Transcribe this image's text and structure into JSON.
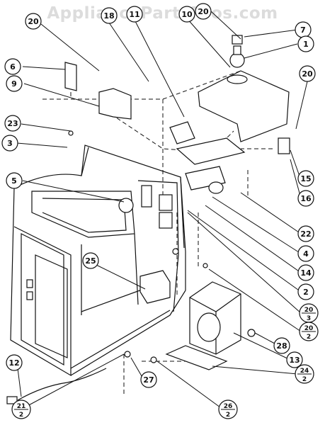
{
  "watermark": "AppliancePartsPros.com",
  "callouts": [
    {
      "id": "c20a",
      "label": "20"
    },
    {
      "id": "c18",
      "label": "18"
    },
    {
      "id": "c11",
      "label": "11"
    },
    {
      "id": "c10",
      "label": "10"
    },
    {
      "id": "c20b",
      "label": "20"
    },
    {
      "id": "c7",
      "label": "7"
    },
    {
      "id": "c1",
      "label": "1"
    },
    {
      "id": "c6",
      "label": "6"
    },
    {
      "id": "c9",
      "label": "9"
    },
    {
      "id": "c20c",
      "label": "20"
    },
    {
      "id": "c23",
      "label": "23"
    },
    {
      "id": "c3",
      "label": "3"
    },
    {
      "id": "c5",
      "label": "5"
    },
    {
      "id": "c15",
      "label": "15"
    },
    {
      "id": "c16",
      "label": "16"
    },
    {
      "id": "c22",
      "label": "22"
    },
    {
      "id": "c4",
      "label": "4"
    },
    {
      "id": "c14",
      "label": "14"
    },
    {
      "id": "c25",
      "label": "25"
    },
    {
      "id": "c2",
      "label": "2"
    },
    {
      "id": "c28",
      "label": "28"
    },
    {
      "id": "c13",
      "label": "13"
    },
    {
      "id": "c12",
      "label": "12"
    },
    {
      "id": "c27",
      "label": "27"
    }
  ],
  "fraction_callouts": [
    {
      "id": "f20_3",
      "top": "20",
      "bottom": "3"
    },
    {
      "id": "f20_2",
      "top": "20",
      "bottom": "2"
    },
    {
      "id": "f24_2",
      "top": "24",
      "bottom": "2"
    },
    {
      "id": "f26_2",
      "top": "26",
      "bottom": "2"
    },
    {
      "id": "f21_2",
      "top": "21",
      "bottom": "2"
    }
  ]
}
